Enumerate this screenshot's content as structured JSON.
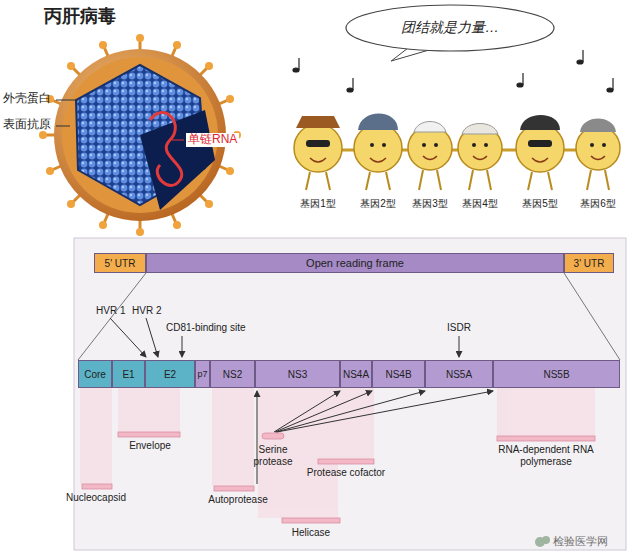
{
  "diagram": {
    "nodes": [
      {
        "text": [
          "团结就是力量…"
        ]
      },
      {
        "text": [
          "5' UTR"
        ]
      },
      {
        "text": [
          "Open reading frame"
        ]
      },
      {
        "text": [
          "3' UTR"
        ]
      },
      {
        "text": [
          "Core"
        ]
      },
      {
        "text": [
          "E1"
        ]
      },
      {
        "text": [
          "E2"
        ]
      },
      {
        "text": [
          "p7"
        ]
      },
      {
        "text": [
          "NS2"
        ]
      },
      {
        "text": [
          "NS3"
        ]
      },
      {
        "text": [
          "NS4A"
        ]
      },
      {
        "text": [
          "NS4B"
        ]
      },
      {
        "text": [
          "NS5A"
        ]
      },
      {
        "text": [
          "NS5B"
        ]
      }
    ],
    "labels": [
      "丙肝病毒",
      "外壳蛋白",
      "表面抗原",
      "单链RNA",
      "基因1型",
      "基因2型",
      "基因3型",
      "基因4型",
      "基因5型",
      "基因6型",
      "HVR 1",
      "HVR 2",
      "CD81-binding site",
      "ISDR",
      "Nucleocapsid",
      "Envelope",
      "Autoprotease",
      "Serine protease",
      "Protease cofactor",
      "Helicase",
      "RNA-dependent RNA polymerase",
      "检验医学网"
    ]
  }
}
